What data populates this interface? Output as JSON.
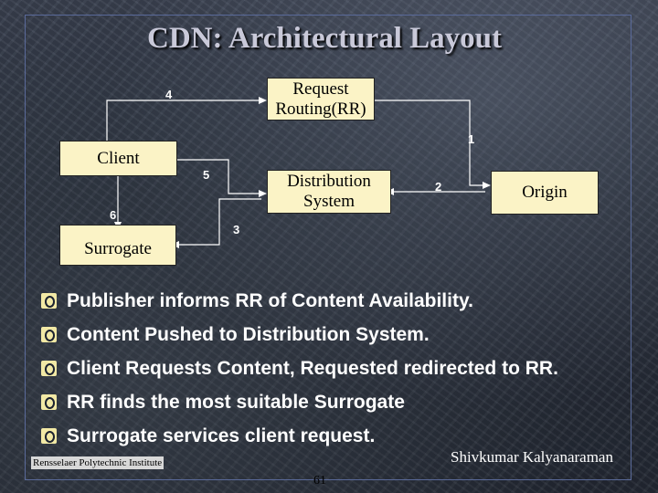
{
  "slide": {
    "title": "CDN: Architectural Layout",
    "footer_left": "Rensselaer Polytechnic Institute",
    "footer_right": "Shivkumar Kalyanaraman",
    "page_number": "61"
  },
  "diagram": {
    "nodes": {
      "rr_line1": "Request",
      "rr_line2": "Routing(RR)",
      "client": "Client",
      "dist_line1": "Distribution",
      "dist_line2": "System",
      "origin": "Origin",
      "surrogate": "Surrogate"
    },
    "steps": {
      "s1": "1",
      "s2": "2",
      "s3": "3",
      "s4": "4",
      "s5": "5",
      "s6": "6"
    }
  },
  "bullets": [
    "Publisher informs RR of Content Availability.",
    "Content Pushed to Distribution System.",
    "Client Requests Content, Requested redirected to RR.",
    "RR finds the most suitable Surrogate",
    "Surrogate services client request."
  ],
  "colors": {
    "box_fill": "#fbf3c6",
    "bullet_marker": "#f2e9a5",
    "title": "#c9c9d9"
  }
}
